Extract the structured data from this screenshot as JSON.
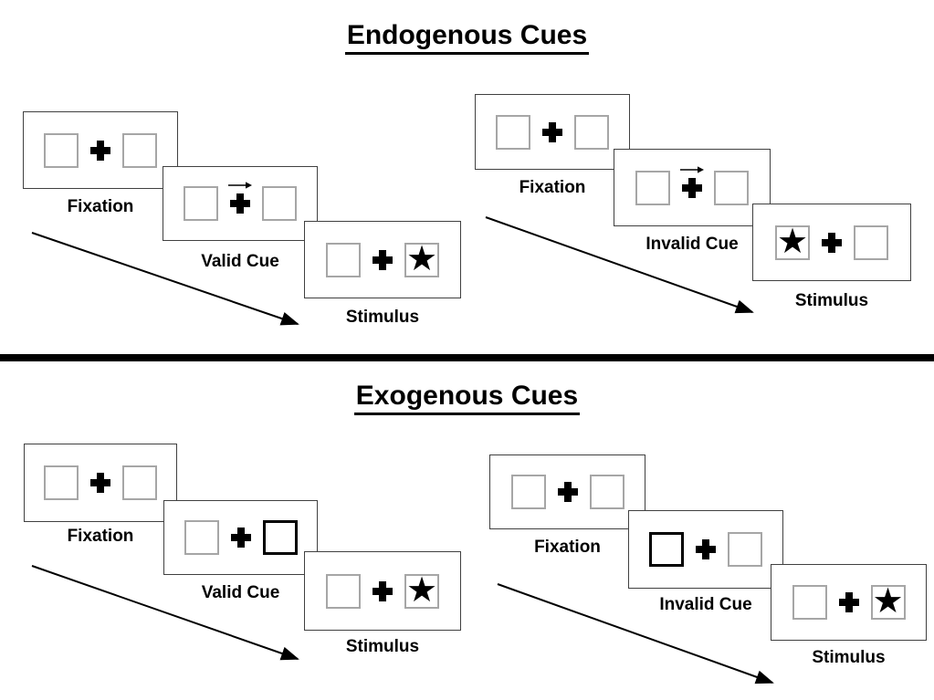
{
  "figure": {
    "description": "Posner spatial cueing paradigm schematic with endogenous and exogenous cue sequences",
    "colors": {
      "background": "#ffffff",
      "ink": "#000000",
      "card_border": "#404040",
      "box_border": "#a6a6a6"
    },
    "glyphs": {
      "star": "★",
      "fixation_cross": "+",
      "cue_arrow_direction": "right"
    },
    "sections": [
      {
        "title": "Endogenous Cues",
        "panels": [
          {
            "name": "endogenous-valid",
            "cards": [
              {
                "label": "Fixation",
                "left": "",
                "right": "",
                "cue": "none"
              },
              {
                "label": "Valid Cue",
                "left": "",
                "right": "",
                "cue": "central-arrow-pointing-right"
              },
              {
                "label": "Stimulus",
                "left": "",
                "right": "★",
                "cue": "none"
              }
            ]
          },
          {
            "name": "endogenous-invalid",
            "cards": [
              {
                "label": "Fixation",
                "left": "",
                "right": "",
                "cue": "none"
              },
              {
                "label": "Invalid Cue",
                "left": "",
                "right": "",
                "cue": "central-arrow-pointing-right"
              },
              {
                "label": "Stimulus",
                "left": "★",
                "right": "",
                "cue": "none"
              }
            ]
          }
        ]
      },
      {
        "title": "Exogenous Cues",
        "panels": [
          {
            "name": "exogenous-valid",
            "cards": [
              {
                "label": "Fixation",
                "left": "",
                "right": "",
                "cue": "none"
              },
              {
                "label": "Valid Cue",
                "left": "",
                "right": "",
                "cue": "right-box-bold-outline"
              },
              {
                "label": "Stimulus",
                "left": "",
                "right": "★",
                "cue": "none"
              }
            ]
          },
          {
            "name": "exogenous-invalid",
            "cards": [
              {
                "label": "Fixation",
                "left": "",
                "right": "",
                "cue": "none"
              },
              {
                "label": "Invalid Cue",
                "left": "",
                "right": "",
                "cue": "left-box-bold-outline"
              },
              {
                "label": "Stimulus",
                "left": "",
                "right": "★",
                "cue": "none"
              }
            ]
          }
        ]
      }
    ]
  }
}
